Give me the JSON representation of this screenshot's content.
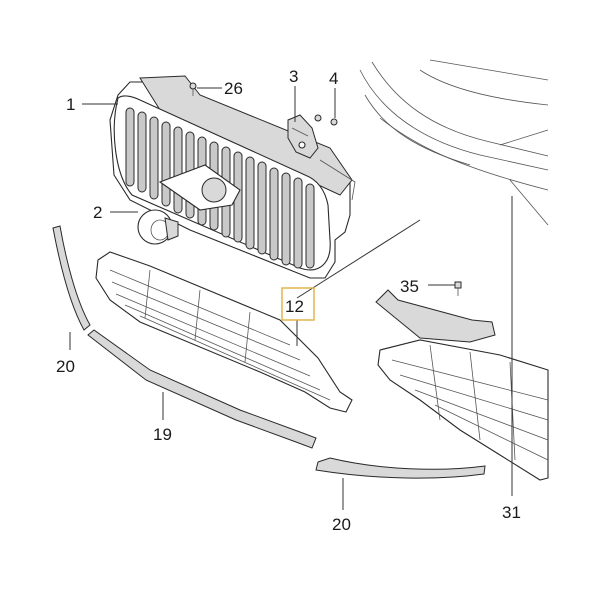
{
  "colors": {
    "highlight": "#e0b040",
    "line": "#2a2a2a",
    "shade": "#d9d9d9"
  },
  "callouts": {
    "c1": "1",
    "c2": "2",
    "c3": "3",
    "c4": "4",
    "c26": "26",
    "c12": "12",
    "c19": "19",
    "c20_left": "20",
    "c20_bottom": "20",
    "c31": "31",
    "c35": "35"
  }
}
